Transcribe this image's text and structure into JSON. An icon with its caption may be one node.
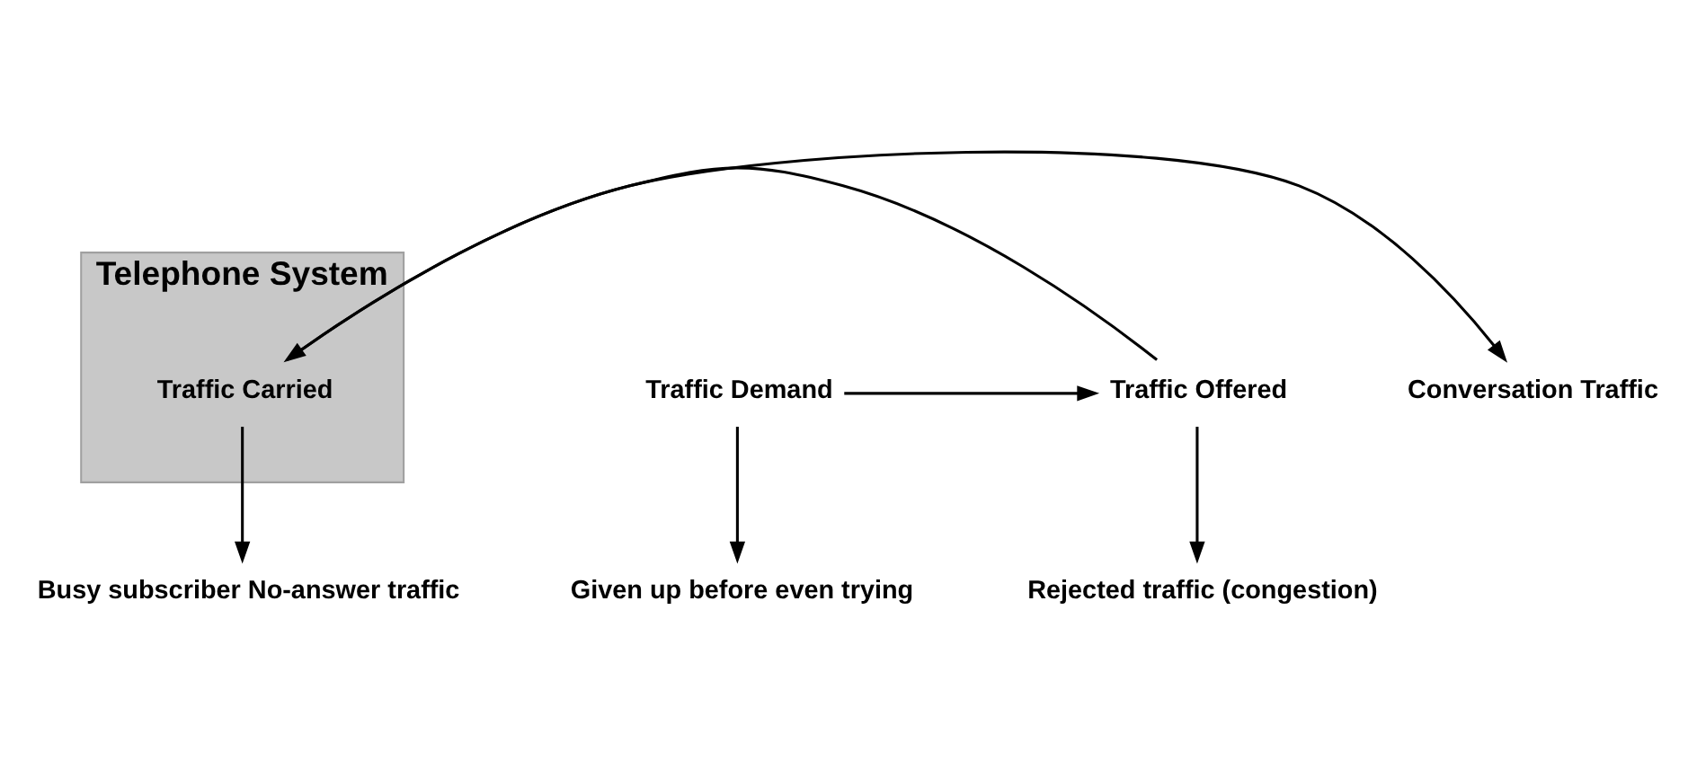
{
  "diagram": {
    "nodes": [
      {
        "text": [
          "Telephone System"
        ]
      },
      {
        "text": [
          "Traffic Demand"
        ]
      },
      {
        "text": [
          "Traffic Offered"
        ]
      },
      {
        "text": [
          "Traffic Carried"
        ],
        "in": 0
      },
      {
        "text": [
          "Conversation Traffic"
        ]
      },
      {
        "text": [
          "Given up before even trying"
        ]
      },
      {
        "text": [
          "Rejected traffic (congestion)"
        ]
      },
      {
        "text": [
          "Busy subscriber No-answer traffic"
        ]
      }
    ],
    "edges": [
      {
        "from": 1,
        "to": 2,
        "arrow": "to"
      },
      {
        "from": 2,
        "to": 3,
        "arrow": "to"
      },
      {
        "from": 3,
        "to": 4,
        "arrow": "to"
      },
      {
        "from": 1,
        "to": 5,
        "arrow": "to"
      },
      {
        "from": 2,
        "to": 6,
        "arrow": "to"
      },
      {
        "from": 3,
        "to": 7,
        "arrow": "to"
      }
    ]
  }
}
